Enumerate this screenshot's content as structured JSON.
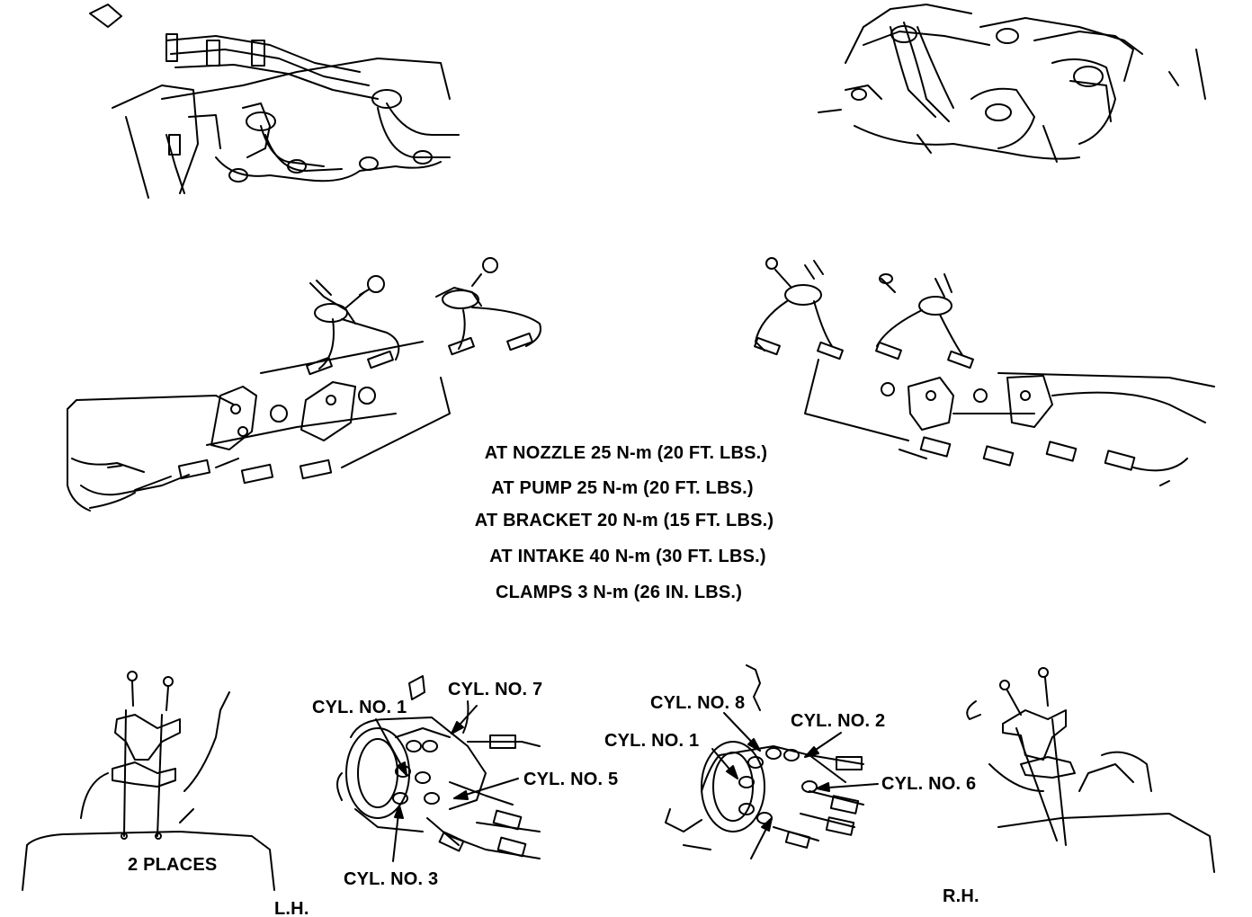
{
  "torque_specs": [
    "AT NOZZLE 25 N-m (20 FT. LBS.)",
    "AT PUMP 25 N-m (20 FT. LBS.)",
    "AT BRACKET 20 N-m (15 FT. LBS.)",
    "AT INTAKE 40 N-m (30 FT. LBS.)",
    "CLAMPS 3 N-m (26 IN. LBS.)"
  ],
  "left_side": {
    "places_label": "2 PLACES",
    "side_label": "L.H.",
    "cylinders": {
      "cyl1": "CYL. NO. 1",
      "cyl7": "CYL. NO. 7",
      "cyl5": "CYL. NO. 5",
      "cyl3": "CYL. NO. 3"
    }
  },
  "right_side": {
    "side_label": "R.H.",
    "cylinders": {
      "cyl8": "CYL. NO. 8",
      "cyl1": "CYL. NO. 1",
      "cyl2": "CYL. NO. 2",
      "cyl6": "CYL. NO. 6"
    }
  },
  "colors": {
    "ink": "#000000",
    "paper": "#ffffff"
  }
}
